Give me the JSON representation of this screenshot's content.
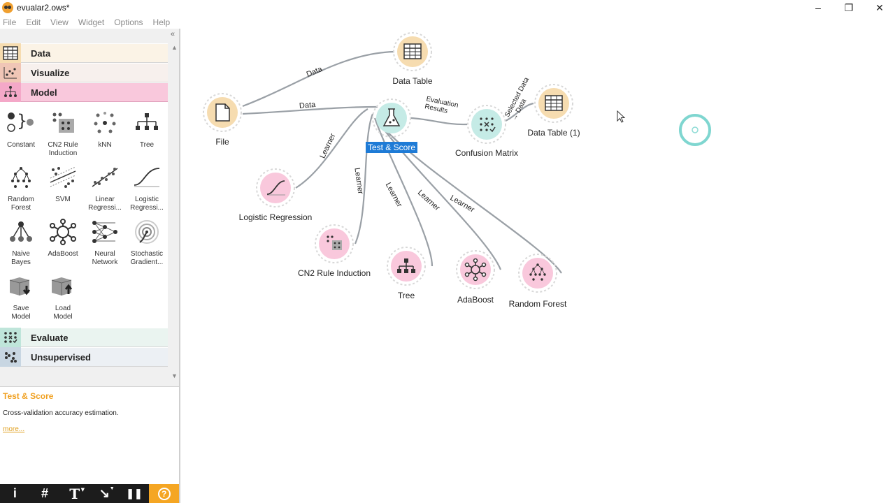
{
  "window": {
    "title": "evualar2.ows*",
    "controls": {
      "minimize": "–",
      "restore": "❐",
      "close": "✕"
    }
  },
  "menu": [
    "File",
    "Edit",
    "View",
    "Widget",
    "Options",
    "Help"
  ],
  "dock": {
    "collapse": "«",
    "categories": {
      "data": "Data",
      "visualize": "Visualize",
      "model": "Model",
      "evaluate": "Evaluate",
      "unsupervised": "Unsupervised"
    },
    "widgets": [
      {
        "label": "Constant",
        "icon": "constant-icon"
      },
      {
        "label": "CN2 Rule\nInduction",
        "icon": "cn2-icon"
      },
      {
        "label": "kNN",
        "icon": "knn-icon"
      },
      {
        "label": "Tree",
        "icon": "tree-icon"
      },
      {
        "label": "Random\nForest",
        "icon": "random-forest-icon"
      },
      {
        "label": "SVM",
        "icon": "svm-icon"
      },
      {
        "label": "Linear\nRegressi...",
        "icon": "linear-regression-icon"
      },
      {
        "label": "Logistic\nRegressi...",
        "icon": "logistic-regression-icon"
      },
      {
        "label": "Naive\nBayes",
        "icon": "naive-bayes-icon"
      },
      {
        "label": "AdaBoost",
        "icon": "adaboost-icon"
      },
      {
        "label": "Neural\nNetwork",
        "icon": "neural-network-icon"
      },
      {
        "label": "Stochastic\nGradient...",
        "icon": "sgd-icon"
      },
      {
        "label": "Save\nModel",
        "icon": "save-model-icon"
      },
      {
        "label": "Load\nModel",
        "icon": "load-model-icon"
      }
    ]
  },
  "help": {
    "title": "Test & Score",
    "description": "Cross-validation accuracy estimation.",
    "more": "more..."
  },
  "toolbar": {
    "info": "i",
    "grid": "#",
    "text": "T",
    "arrow": "↘",
    "pause": "❚❚",
    "help": "?"
  },
  "canvas": {
    "nodes": {
      "file": "File",
      "data_table": "Data Table",
      "test_score": "Test & Score",
      "confusion_matrix": "Confusion Matrix",
      "data_table_1": "Data Table (1)",
      "logistic_regression": "Logistic Regression",
      "cn2": "CN2 Rule Induction",
      "tree": "Tree",
      "adaboost": "AdaBoost",
      "random_forest": "Random Forest"
    },
    "edges": {
      "data_top": "Data",
      "data_mid": "Data",
      "eval_results": "Evaluation\nResults",
      "selected_data": "Selected Data\n→ Data",
      "learner": "Learner"
    }
  },
  "colors": {
    "data_node": "#f6dcb0",
    "model_node": "#f9c8dc",
    "eval_node": "#c5ebe6",
    "selection": "#1e7bd6",
    "edge": "#9aa0a6"
  }
}
